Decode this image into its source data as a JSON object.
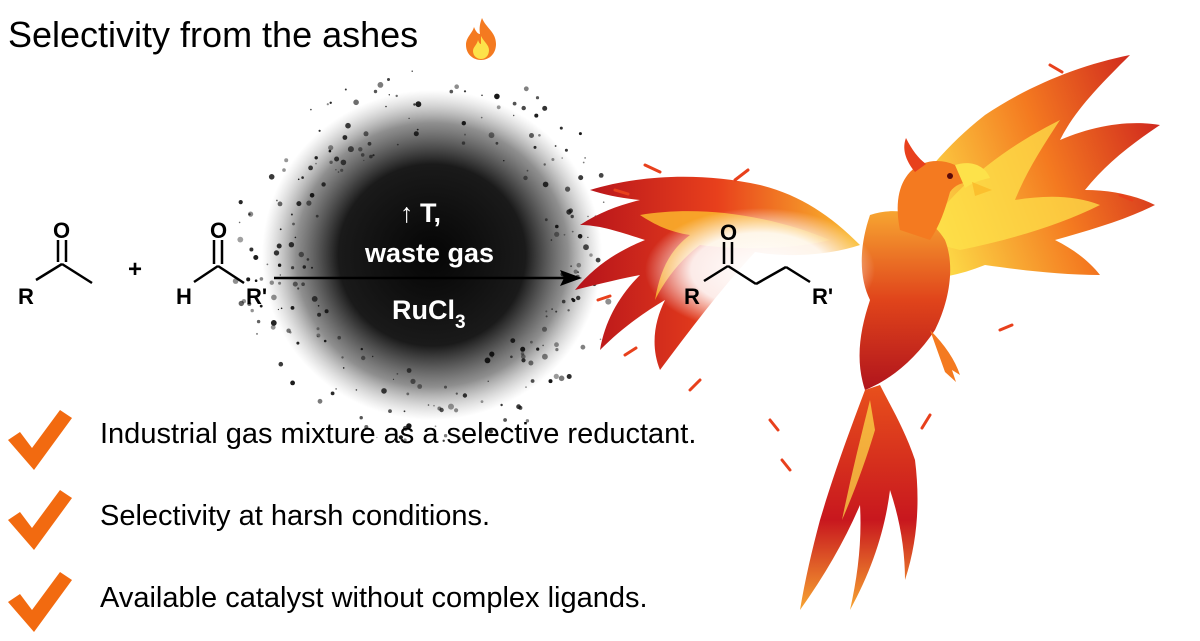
{
  "title": "Selectivity from the ashes",
  "title_icon": "fire-icon",
  "reaction": {
    "ketone": {
      "oxygen": "O",
      "r_group": "R"
    },
    "plus": "+",
    "aldehyde": {
      "oxygen": "O",
      "hydrogen": "H",
      "r_group": "R'"
    },
    "conditions": {
      "line1_arrow": "↑",
      "line1_text": "T,",
      "line2": "waste gas",
      "catalyst_main": "RuCl",
      "catalyst_sub": "3"
    },
    "product": {
      "oxygen": "O",
      "r_group_left": "R",
      "r_group_right": "R'"
    }
  },
  "bullets": [
    {
      "icon": "checkmark-icon",
      "text": "Industrial gas mixture as a selective reductant."
    },
    {
      "icon": "checkmark-icon",
      "text": "Selectivity at harsh conditions."
    },
    {
      "icon": "checkmark-icon",
      "text": "Available catalyst without complex ligands."
    }
  ],
  "colors": {
    "check": "#f26a10",
    "ash": "#111111",
    "flame_red": "#c8171e",
    "flame_orange": "#f47a20",
    "flame_yellow": "#fde24a"
  }
}
